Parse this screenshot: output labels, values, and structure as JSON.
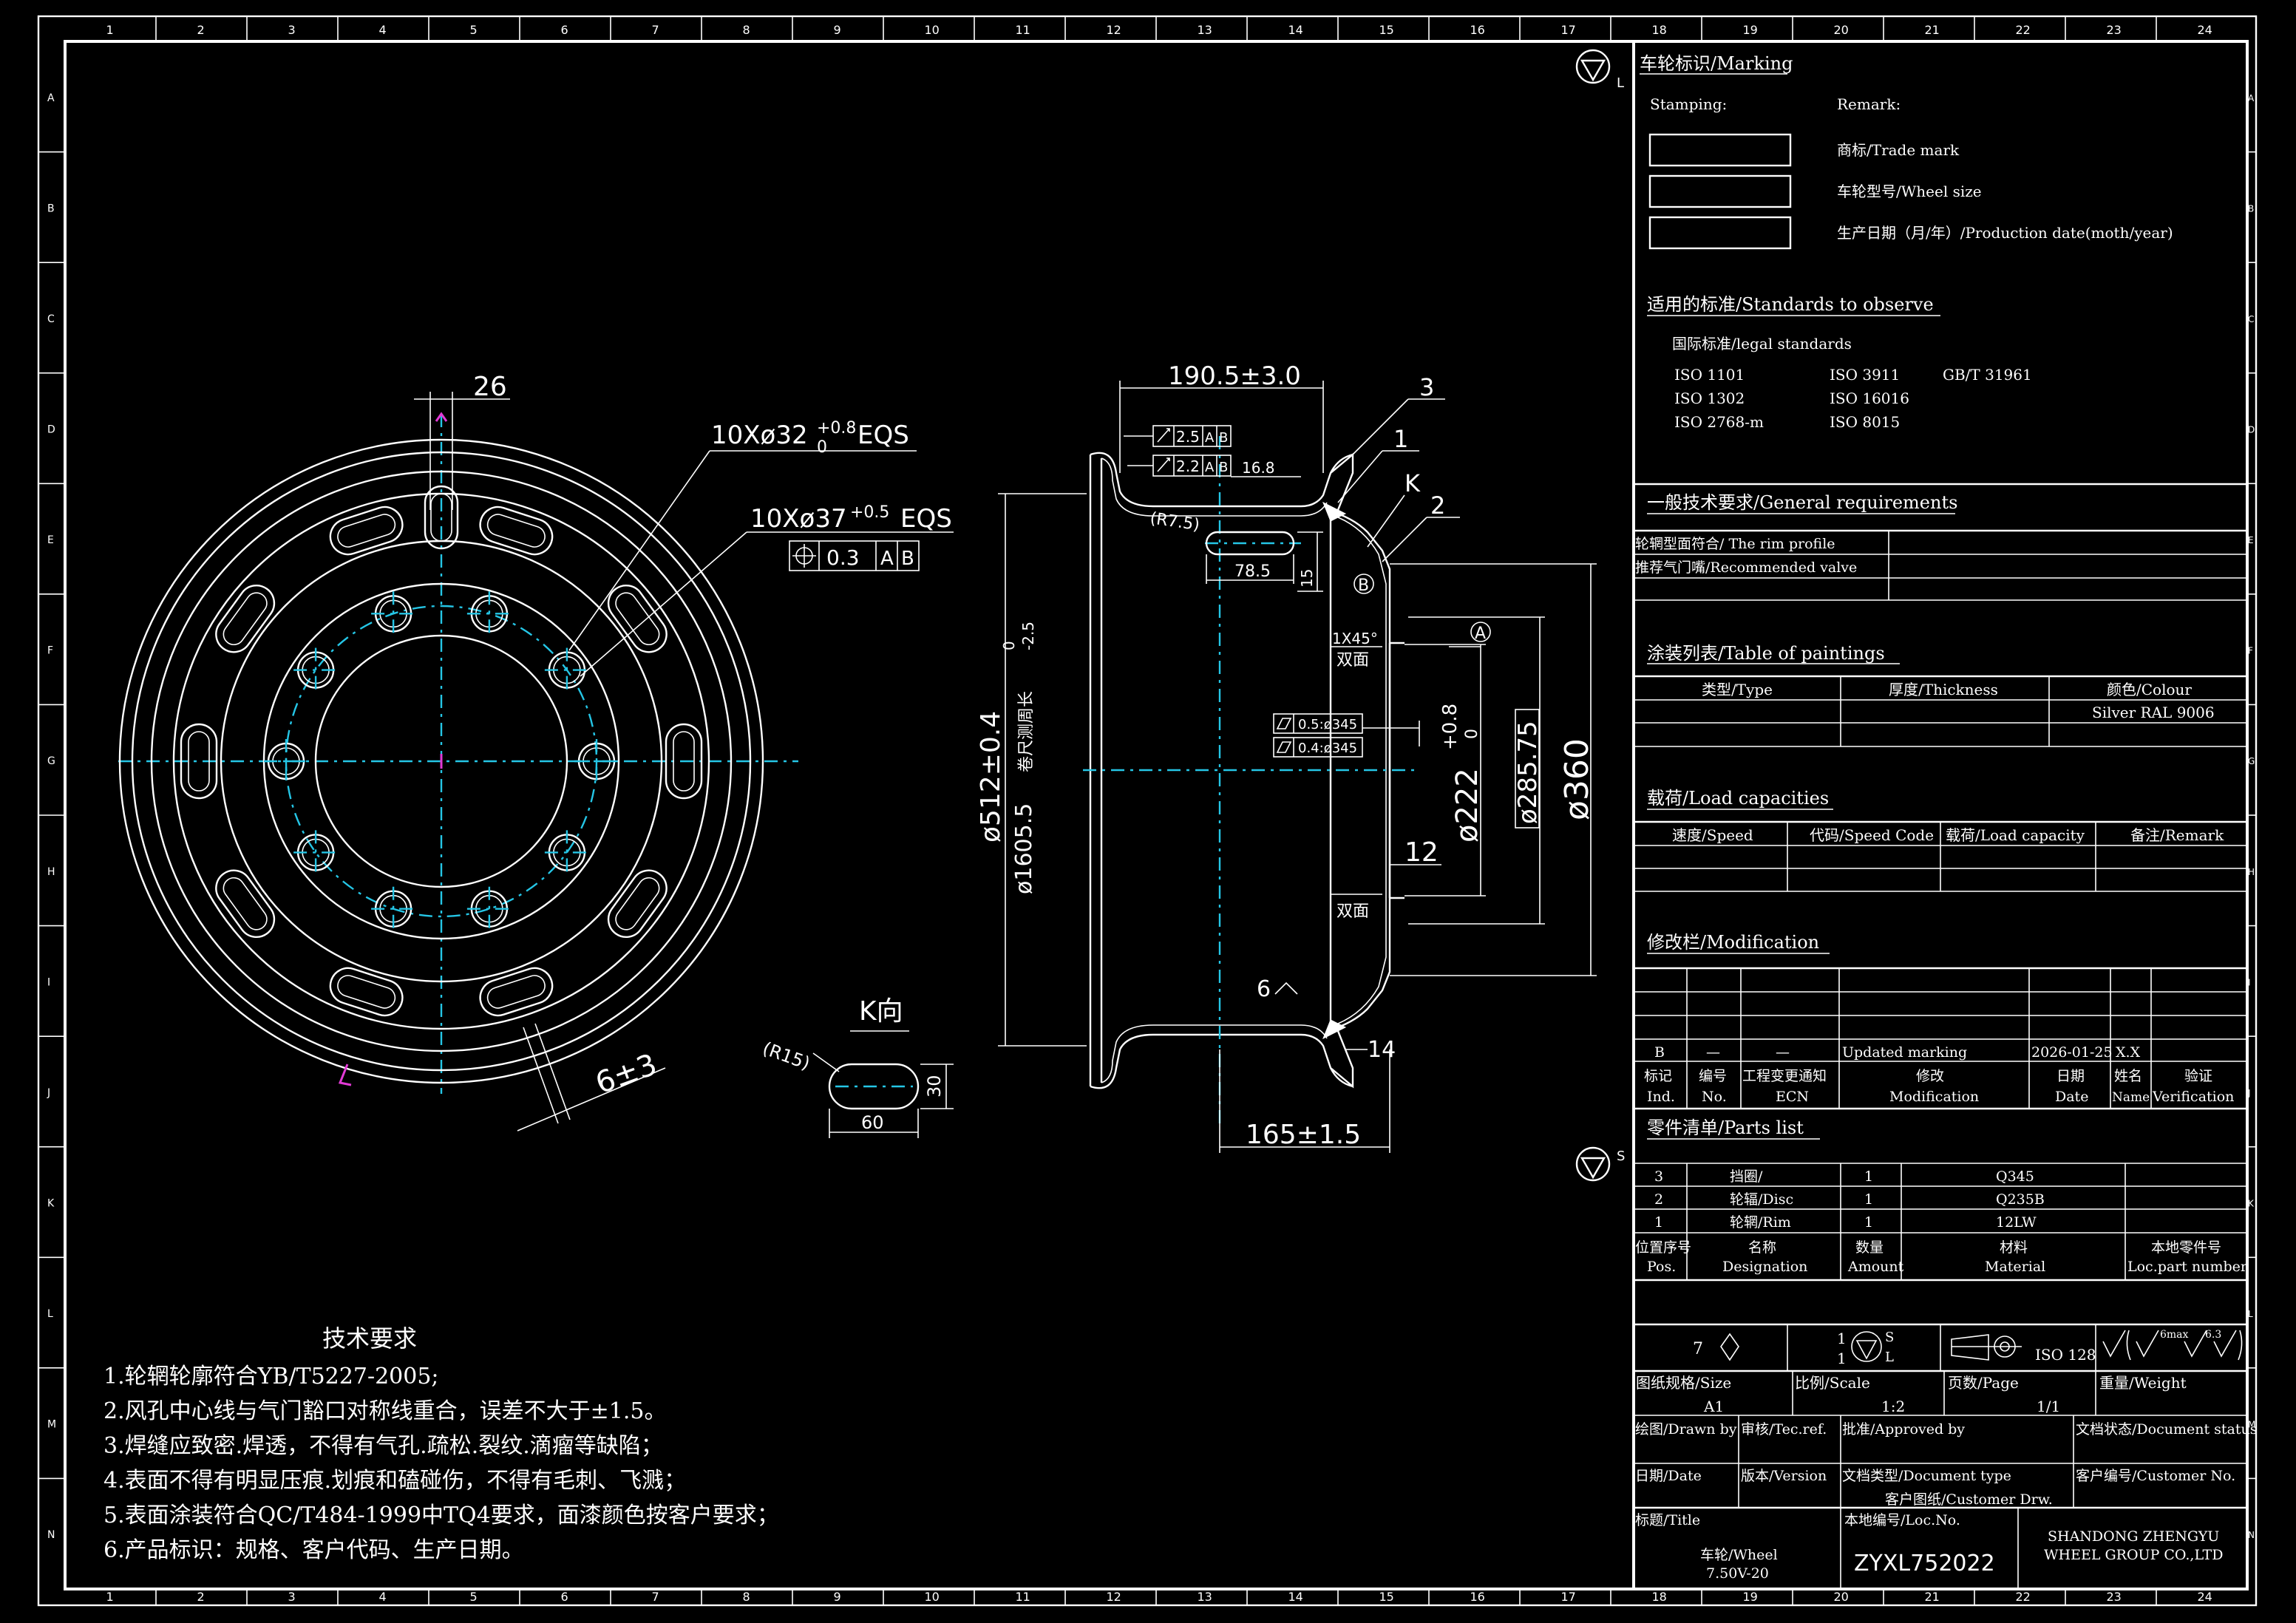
{
  "grid": {
    "cols": [
      "1",
      "2",
      "3",
      "4",
      "5",
      "6",
      "7",
      "8",
      "9",
      "10",
      "11",
      "12",
      "13",
      "14",
      "15",
      "16",
      "17",
      "18",
      "19",
      "20",
      "21",
      "22",
      "23",
      "24"
    ],
    "rows": [
      "A",
      "B",
      "C",
      "D",
      "E",
      "F",
      "G",
      "H",
      "I",
      "J",
      "K",
      "L",
      "M",
      "N"
    ]
  },
  "drawing": {
    "front": {
      "dim_26": "26",
      "holes_1": "10Xø32",
      "holes_1_tol_up": "+0.8",
      "holes_1_tol_dn": "0",
      "holes_1_eqs": "EQS",
      "holes_2": "10Xø37",
      "holes_2_tol": "+0.5",
      "holes_2_eqs": "EQS",
      "fcf_value": "0.3",
      "fcf_a": "A",
      "fcf_b": "B",
      "dim_6": "6±3"
    },
    "kview": {
      "title": "K向",
      "r15": "(R15)",
      "w60": "60",
      "h30": "30"
    },
    "section": {
      "width": "190.5±3.0",
      "callout_3": "3",
      "callout_1": "1",
      "callout_k": "K",
      "callout_2": "2",
      "tol1_val": "2.5",
      "tol2_val": "2.2",
      "tol_a": "A",
      "tol_b": "B",
      "dim_168": "16.8",
      "r75": "(R7.5)",
      "dim_785": "78.5",
      "dim_15": "15",
      "datum_b": "B",
      "datum_a": "A",
      "chamfer": "1X45°",
      "double_1": "双面",
      "double_2": "双面",
      "flat1": "0.5:ø345",
      "flat2": "0.4:ø345",
      "dia512": "ø512±0.4",
      "circ": "ø1605.5",
      "circ_note": "卷尺测周长",
      "circ_tol_up": "0",
      "circ_tol_dn": "-2.5",
      "dia222": "ø222",
      "dia222_up": "+0.8",
      "dia222_dn": "0",
      "dia28575": "ø285.75",
      "dia360": "ø360",
      "dim_12": "12",
      "dim_6": "6",
      "dim_14": "14",
      "dim_165": "165±1.5"
    },
    "tech": {
      "title": "技术要求",
      "items": [
        "1.轮辋轮廓符合YB/T5227-2005;",
        "2.风孔中心线与气门豁口对称线重合，误差不大于±1.5。",
        "3.焊缝应致密.焊透，不得有气孔.疏松.裂纹.滴瘤等缺陷；",
        "4.表面不得有明显压痕.划痕和磕碰伤，不得有毛刺、飞溅；",
        "5.表面涂装符合QC/T484-1999中TQ4要求，面漆颜色按客户要求；",
        "6.产品标识：规格、客户代码、生产日期。"
      ]
    }
  },
  "panel": {
    "proj_l": "L",
    "proj_s": "S",
    "marking": {
      "title": "车轮标识/Marking",
      "stamping": "Stamping:",
      "remark": "Remark:",
      "trade": "商标/Trade mark",
      "size": "车轮型号/Wheel size",
      "date": "生产日期（月/年）/Production date(moth/year)"
    },
    "standards": {
      "title": "适用的标准/Standards to observe",
      "legal": "国际标准/legal standards",
      "c1": [
        "ISO 1101",
        "ISO 1302",
        "ISO 2768-m"
      ],
      "c2": [
        "ISO 3911",
        "ISO 16016",
        "ISO 8015"
      ],
      "c3": [
        "GB/T 31961"
      ]
    },
    "general": {
      "title": "一般技术要求/General requirements",
      "rim": "轮辋型面符合/ The rim profile",
      "valve": "推荐气门嘴/Recommended valve"
    },
    "paint": {
      "title": "涂装列表/Table of paintings",
      "type": "类型/Type",
      "thick": "厚度/Thickness",
      "colour": "颜色/Colour",
      "colour_val": "Silver RAL 9006"
    },
    "load": {
      "title": "载荷/Load capacities",
      "speed": "速度/Speed",
      "code": "代码/Speed Code",
      "cap": "载荷/Load capacity",
      "remark": "备注/Remark"
    },
    "mod": {
      "title": "修改栏/Modification",
      "row": {
        "ind": "B",
        "no": "—",
        "ecn": "—",
        "mod": "Updated marking",
        "date": "2026-01-25",
        "name": "X.X"
      },
      "h_ind1": "标记",
      "h_ind2": "Ind.",
      "h_no1": "编号",
      "h_no2": "No.",
      "h_ecn1": "工程变更通知",
      "h_ecn2": "ECN",
      "h_mod1": "修改",
      "h_mod2": "Modification",
      "h_date1": "日期",
      "h_date2": "Date",
      "h_name1": "姓名",
      "h_name2": "Name",
      "h_ver1": "验证",
      "h_ver2": "Verification"
    },
    "parts": {
      "title": "零件清单/Parts list",
      "rows": [
        {
          "pos": "3",
          "name": "挡圈/",
          "amt": "1",
          "mat": "Q345"
        },
        {
          "pos": "2",
          "name": "轮辐/Disc",
          "amt": "1",
          "mat": "Q235B"
        },
        {
          "pos": "1",
          "name": "轮辋/Rim",
          "amt": "1",
          "mat": "12LW"
        }
      ],
      "h_pos1": "位置序号",
      "h_pos2": "Pos.",
      "h_name1": "名称",
      "h_name2": "Designation",
      "h_amt1": "数量",
      "h_amt2": "Amount",
      "h_mat1": "材料",
      "h_mat2": "Material",
      "h_loc1": "本地零件号",
      "h_loc2": "Loc.part number"
    },
    "symbols": {
      "s7": "7",
      "s1a": "1",
      "s1b": "1",
      "sS": "S",
      "sL": "L",
      "iso128": "ISO 128",
      "rough": "6max",
      "rough2": "6.3"
    },
    "title_block": {
      "size_lbl": "图纸规格/Size",
      "size_val": "A1",
      "scale_lbl": "比例/Scale",
      "scale_val": "1:2",
      "page_lbl": "页数/Page",
      "page_val": "1/1",
      "weight_lbl": "重量/Weight",
      "drawn": "绘图/Drawn by",
      "tec": "审核/Tec.ref.",
      "approved": "批准/Approved by",
      "status": "文档状态/Document status",
      "date": "日期/Date",
      "version": "版本/Version",
      "doctype": "文档类型/Document type",
      "doctype_val": "客户图纸/Customer Drw.",
      "customer": "客户编号/Customer No.",
      "title_lbl": "标题/Title",
      "title_val1": "车轮/Wheel",
      "title_val2": "7.50V-20",
      "loc_lbl": "本地编号/Loc.No.",
      "loc_val": "ZYXL752022",
      "company1": "SHANDONG ZHENGYU",
      "company2": "WHEEL GROUP CO.,LTD"
    }
  }
}
